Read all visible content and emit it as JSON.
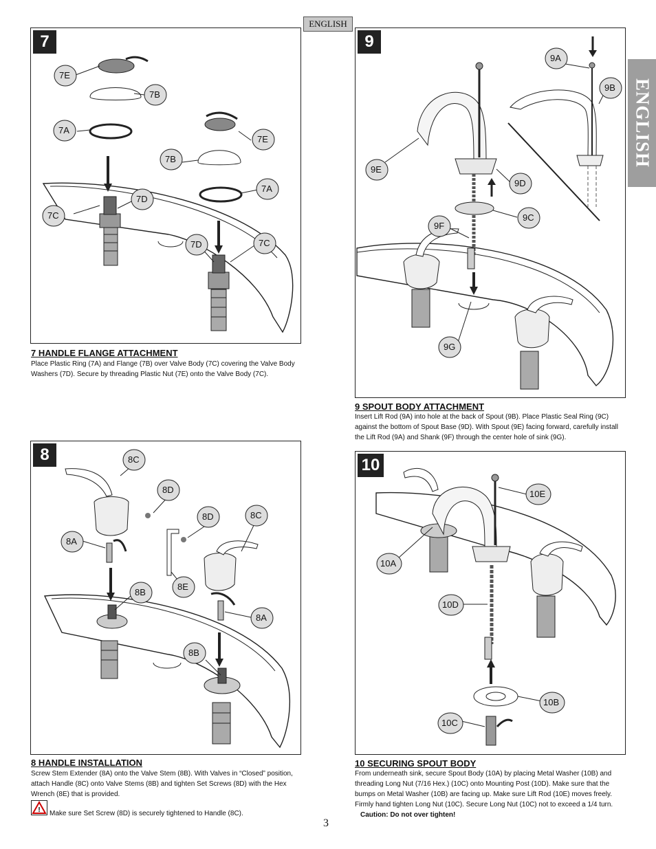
{
  "language_tag": "ENGLISH",
  "side_tab": "ENGLISH",
  "page_number": "3",
  "steps": {
    "s7": {
      "number": "7",
      "heading": "7  HANDLE FLANGE ATTACHMENT",
      "text": "Place Plastic Ring (7A) and Flange (7B) over Valve Body (7C) covering the Valve Body Washers (7D).  Secure by threading Plastic Nut (7E) onto the Valve Body (7C).",
      "labels": [
        "7E",
        "7B",
        "7A",
        "7C",
        "7D",
        "7E",
        "7B",
        "7A",
        "7D",
        "7C"
      ]
    },
    "s8": {
      "number": "8",
      "heading": "8  HANDLE INSTALLATION",
      "text": "Screw Stem Extender (8A) onto the Valve Stem (8B).  With Valves in “Closed” position, attach Handle (8C) onto Valve Stems (8B) and tighten Set Screws (8D) with the Hex Wrench (8E) that is provided.",
      "warning": "Make sure Set Screw (8D) is securely tightened to Handle (8C).",
      "labels": [
        "8C",
        "8D",
        "8D",
        "8C",
        "8A",
        "8B",
        "8E",
        "8A",
        "8B"
      ]
    },
    "s9": {
      "number": "9",
      "heading": "9  SPOUT BODY ATTACHMENT",
      "text": "Insert Lift Rod (9A) into hole at the back of Spout (9B).  Place Plastic Seal Ring (9C) against the bottom of Spout Base (9D).  With Spout (9E) facing forward, carefully install the Lift Rod (9A) and Shank (9F) through the center hole of sink (9G).",
      "labels": [
        "9A",
        "9B",
        "9E",
        "9D",
        "9F",
        "9C",
        "9G"
      ]
    },
    "s10": {
      "number": "10",
      "heading": "10  SECURING SPOUT BODY",
      "text": "From underneath sink, secure Spout Body (10A) by placing Metal Washer (10B) and threading Long Nut (7/16 Hex.) (10C) onto Mounting Post (10D).  Make sure that the bumps on Metal Washer (10B) are facing up.  Make sure Lift Rod (10E) moves freely. Firmly hand tighten Long Nut (10C).  Secure Long Nut (10C) not to exceed a 1/4 turn.",
      "caution": "Caution: Do not over tighten!",
      "labels": [
        "10E",
        "10A",
        "10D",
        "10B",
        "10C"
      ]
    }
  }
}
